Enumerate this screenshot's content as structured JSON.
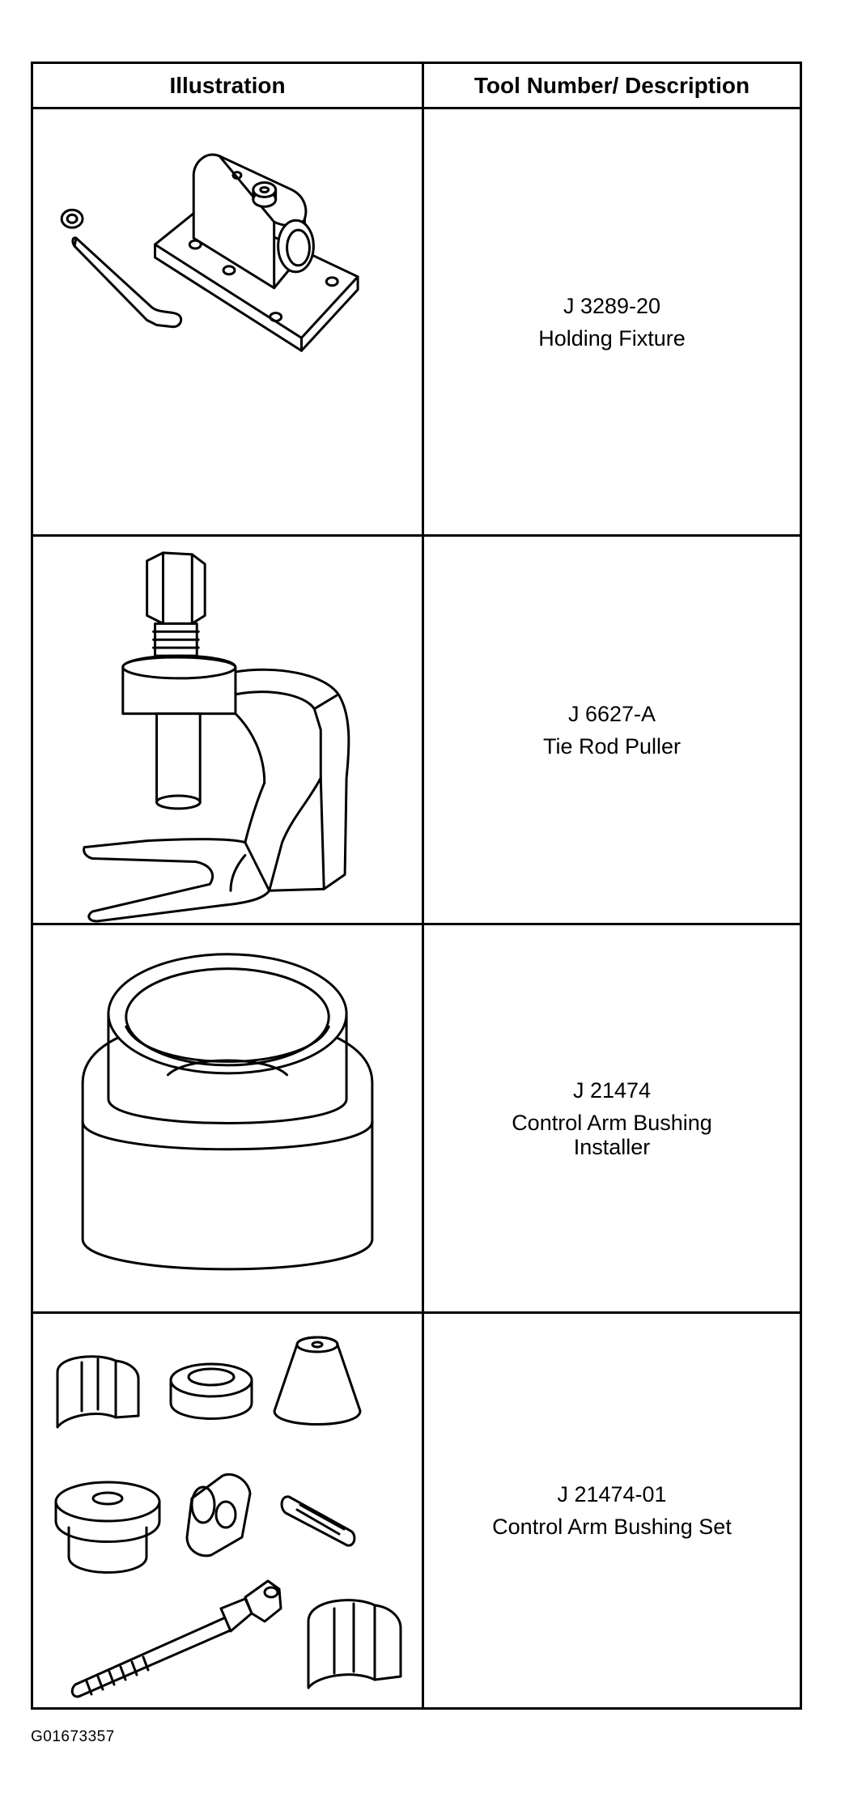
{
  "table": {
    "headers": {
      "illustration": "Illustration",
      "tool": "Tool Number/ Description"
    },
    "rows": [
      {
        "tool_number": "J 3289-20",
        "description": "Holding Fixture",
        "description_line2": ""
      },
      {
        "tool_number": "J 6627-A",
        "description": "Tie Rod Puller",
        "description_line2": ""
      },
      {
        "tool_number": "J 21474",
        "description": "Control Arm Bushing",
        "description_line2": "Installer"
      },
      {
        "tool_number": "J 21474-01",
        "description": "Control Arm Bushing Set",
        "description_line2": ""
      }
    ]
  },
  "figure_id": "G01673357"
}
